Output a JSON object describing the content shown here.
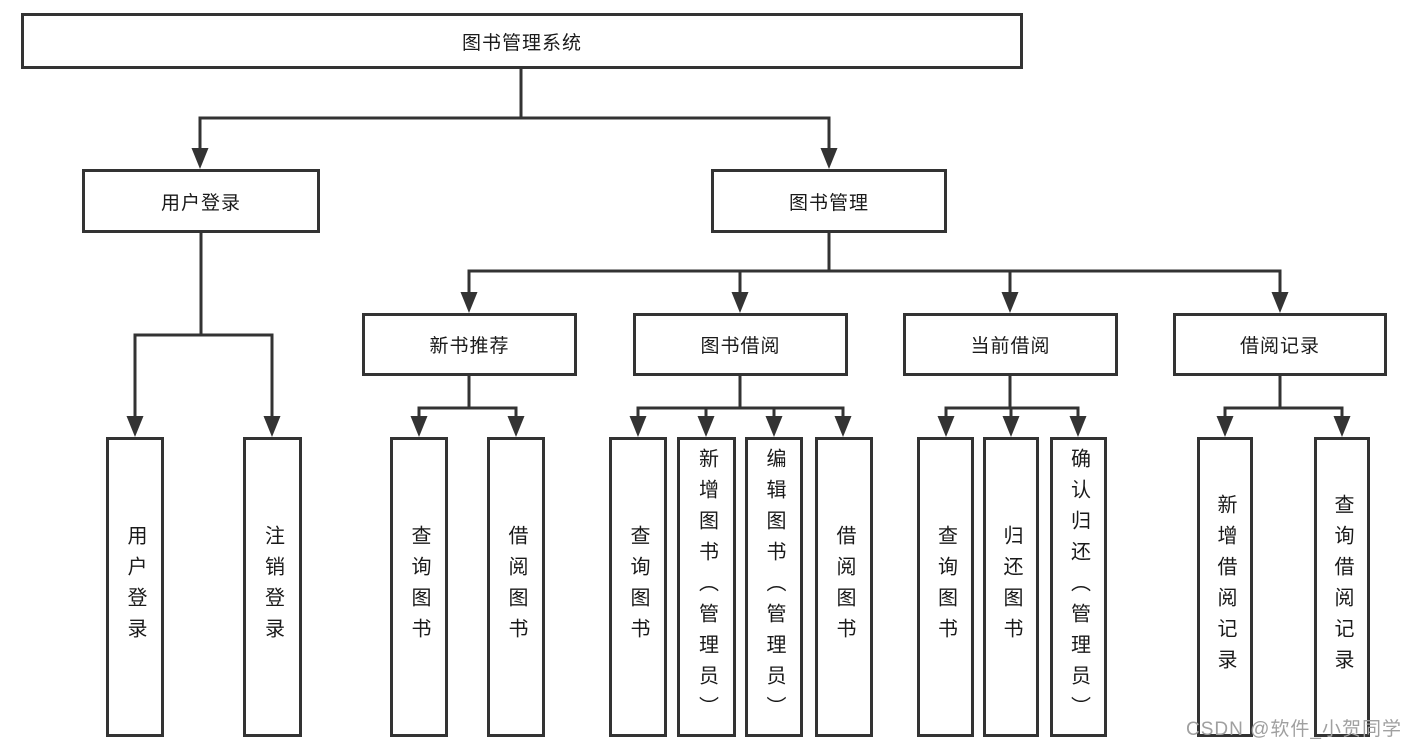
{
  "diagram": {
    "type": "hierarchy-tree",
    "watermark": "CSDN @软件_小贺同学",
    "colors": {
      "line": "#333333",
      "box_border": "#333333",
      "box_fill": "#ffffff",
      "text": "#1a1a1a",
      "watermark_text": "#a0a0a0",
      "background": "#ffffff"
    },
    "tree": {
      "label": "图书管理系统",
      "children": [
        {
          "label": "用户登录",
          "children": [
            {
              "label": "用户登录"
            },
            {
              "label": "注销登录"
            }
          ]
        },
        {
          "label": "图书管理",
          "children": [
            {
              "label": "新书推荐",
              "children": [
                {
                  "label": "查询图书"
                },
                {
                  "label": "借阅图书"
                }
              ]
            },
            {
              "label": "图书借阅",
              "children": [
                {
                  "label": "查询图书"
                },
                {
                  "label": "新增图书（管理员）"
                },
                {
                  "label": "编辑图书（管理员）"
                },
                {
                  "label": "借阅图书"
                }
              ]
            },
            {
              "label": "当前借阅",
              "children": [
                {
                  "label": "查询图书"
                },
                {
                  "label": "归还图书"
                },
                {
                  "label": "确认归还（管理员）"
                }
              ]
            },
            {
              "label": "借阅记录",
              "children": [
                {
                  "label": "新增借阅记录"
                },
                {
                  "label": "查询借阅记录"
                }
              ]
            }
          ]
        }
      ]
    }
  }
}
